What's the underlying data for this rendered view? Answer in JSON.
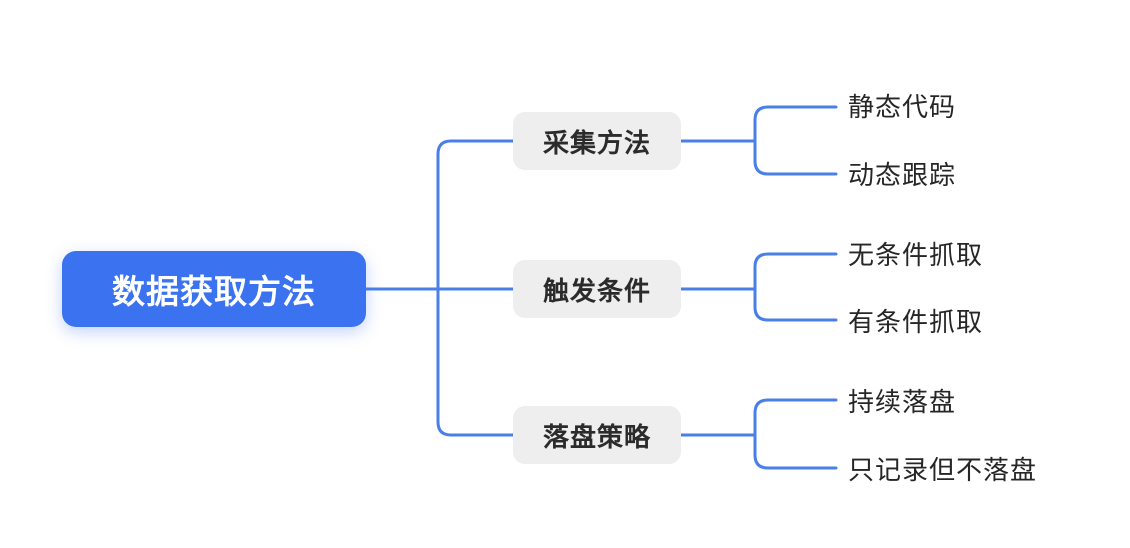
{
  "diagram": {
    "type": "mind-map",
    "title": "数据获取方法",
    "background_color": "#ffffff",
    "root_color": "#3b72f0",
    "branch_color": "#eeeeef",
    "connector_color": "#4a7fe8",
    "root": {
      "label": "数据获取方法"
    },
    "branches": [
      {
        "label": "采集方法",
        "leaves": [
          {
            "label": "静态代码"
          },
          {
            "label": "动态跟踪"
          }
        ]
      },
      {
        "label": "触发条件",
        "leaves": [
          {
            "label": "无条件抓取"
          },
          {
            "label": "有条件抓取"
          }
        ]
      },
      {
        "label": "落盘策略",
        "leaves": [
          {
            "label": "持续落盘"
          },
          {
            "label": "只记录但不落盘"
          }
        ]
      }
    ]
  }
}
